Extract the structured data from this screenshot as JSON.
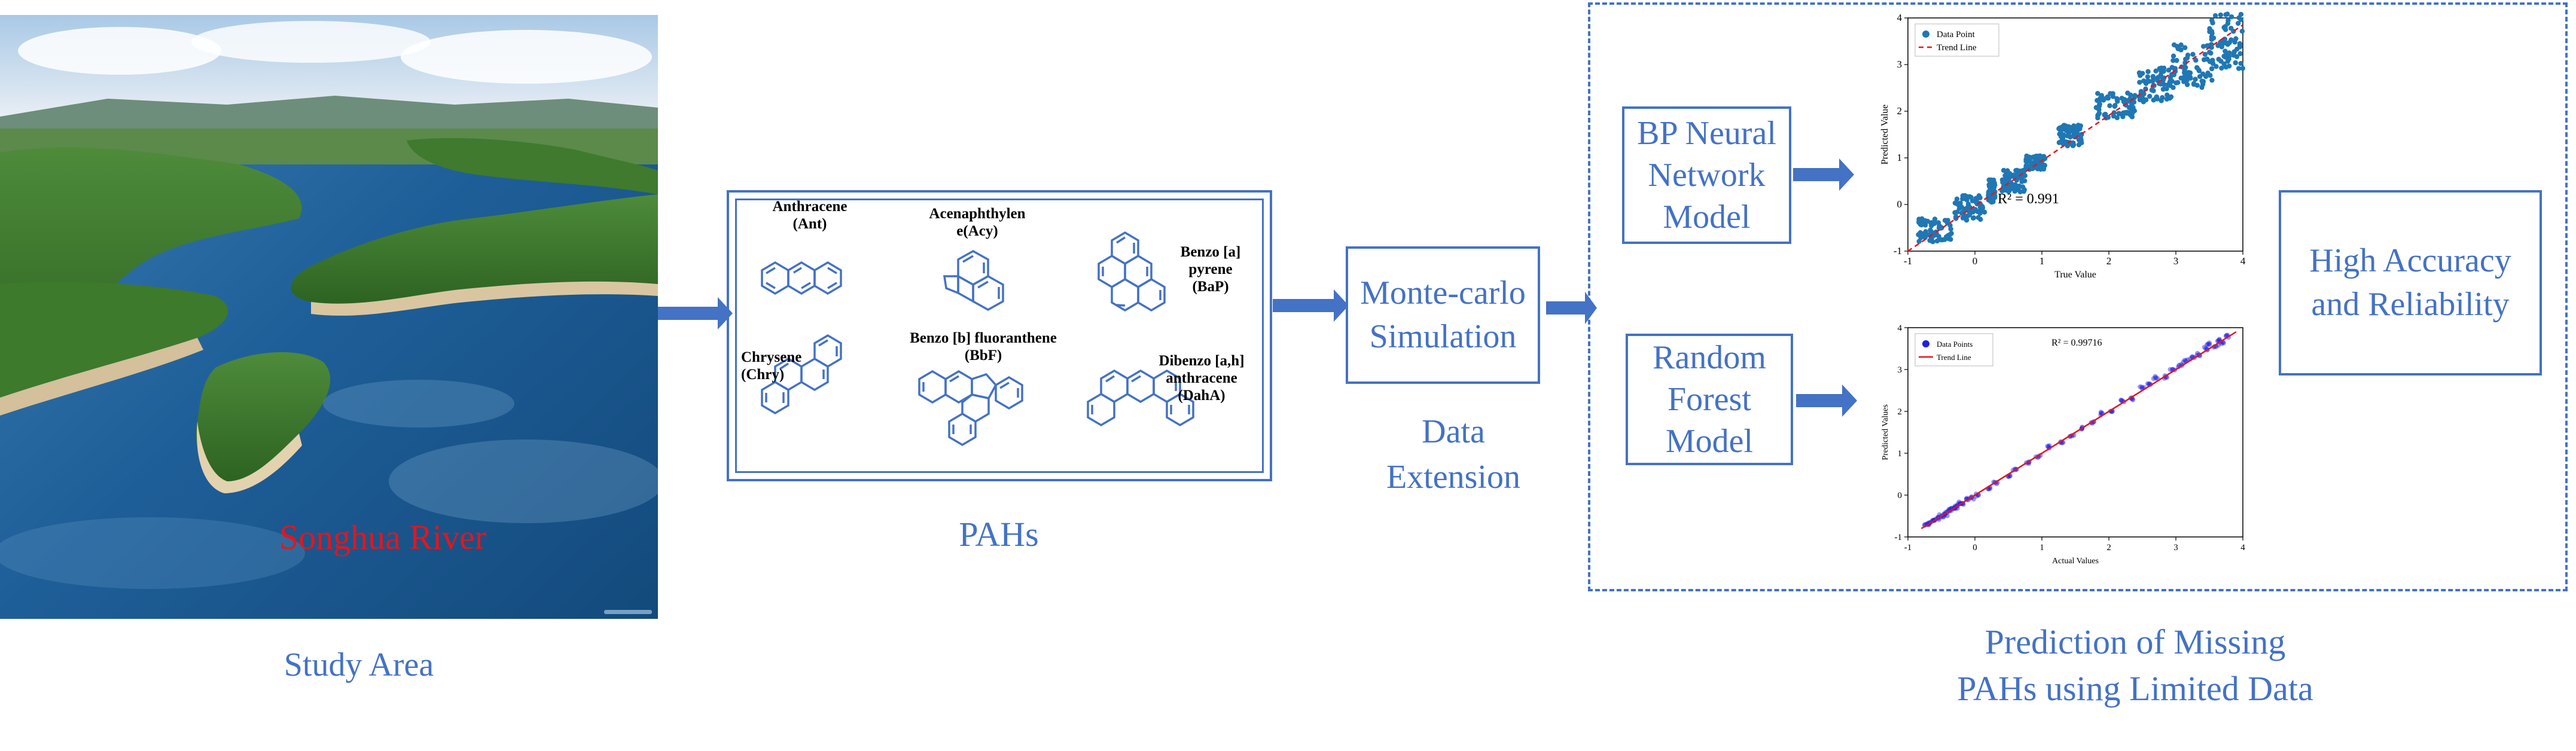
{
  "study_area": {
    "photo_label": "Songhua River",
    "caption": "Study Area"
  },
  "pahs": {
    "caption": "PAHs",
    "compounds": [
      {
        "label": "Anthracene\n(Ant)"
      },
      {
        "label": "Acenaphthylen\ne(Acy)"
      },
      {
        "label": "Benzo [a]\npyrene\n(BaP)"
      },
      {
        "label": "Chrysene\n(Chry)"
      },
      {
        "label": "Benzo [b] fluoranthene\n(BbF)"
      },
      {
        "label": "Dibenzo [a,h]\nanthracene\n(DahA)"
      }
    ]
  },
  "simulation": {
    "box_label": "Monte-carlo\nSimulation",
    "caption": "Data\nExtension"
  },
  "models": {
    "bp": "BP Neural\nNetwork\nModel",
    "rf": "Random\nForest\nModel"
  },
  "result": {
    "label": "High Accuracy\nand Reliability",
    "caption": "Prediction of Missing\nPAHs using Limited Data"
  },
  "colors": {
    "accent": "#4472c4",
    "photo_label": "#e8141a",
    "bp_points": "#1f77b4",
    "rf_points": "#1f1fe6",
    "trend_line": "#e8141a"
  },
  "chart_data": [
    {
      "type": "scatter",
      "xlabel": "True Value",
      "ylabel": "Predicted Value",
      "x_ticks": [
        "-1",
        "0",
        "1",
        "2",
        "3",
        "4"
      ],
      "y_ticks": [
        "-1",
        "0",
        "1",
        "2",
        "3",
        "4"
      ],
      "xlim": [
        -1,
        4
      ],
      "ylim": [
        -1,
        4
      ],
      "legend": [
        "Data Point",
        "Trend Line"
      ],
      "legend_position": "top-left",
      "annotation": "R² = 0.991",
      "trend_line": [
        [
          -1,
          -1
        ],
        [
          4,
          3.85
        ]
      ],
      "series": [
        {
          "name": "Data Point",
          "clusters": [
            {
              "x": [
                -0.85,
                -0.35
              ],
              "y": [
                -0.8,
                -0.3
              ]
            },
            {
              "x": [
                -0.3,
                0.15
              ],
              "y": [
                -0.35,
                0.2
              ]
            },
            {
              "x": [
                0.2,
                0.3
              ],
              "y": [
                0.05,
                0.55
              ]
            },
            {
              "x": [
                0.4,
                0.75
              ],
              "y": [
                0.25,
                0.75
              ]
            },
            {
              "x": [
                0.75,
                1.05
              ],
              "y": [
                0.75,
                1.05
              ]
            },
            {
              "x": [
                1.25,
                1.6
              ],
              "y": [
                1.25,
                1.7
              ]
            },
            {
              "x": [
                1.8,
                2.4
              ],
              "y": [
                1.85,
                2.4
              ]
            },
            {
              "x": [
                2.45,
                2.95
              ],
              "y": [
                2.2,
                2.95
              ]
            },
            {
              "x": [
                2.95,
                3.55
              ],
              "y": [
                2.5,
                3.45
              ]
            },
            {
              "x": [
                3.5,
                4.0
              ],
              "y": [
                2.9,
                4.1
              ]
            }
          ]
        }
      ]
    },
    {
      "type": "scatter",
      "xlabel": "Actual Values",
      "ylabel": "Predicted Values",
      "x_ticks": [
        "-1",
        "0",
        "1",
        "2",
        "3",
        "4"
      ],
      "y_ticks": [
        "-1",
        "0",
        "1",
        "2",
        "3",
        "4"
      ],
      "xlim": [
        -1,
        4
      ],
      "ylim": [
        -1,
        4
      ],
      "legend": [
        "Data Points",
        "Trend Line"
      ],
      "legend_position": "top-left",
      "annotation": "R² = 0.99716",
      "trend_line": [
        [
          -0.8,
          -0.8
        ],
        [
          3.9,
          3.9
        ]
      ],
      "series": [
        {
          "name": "Data Points",
          "points": [
            [
              -0.75,
              -0.72
            ],
            [
              -0.7,
              -0.68
            ],
            [
              -0.65,
              -0.64
            ],
            [
              -0.6,
              -0.6
            ],
            [
              -0.55,
              -0.55
            ],
            [
              -0.5,
              -0.5
            ],
            [
              -0.45,
              -0.47
            ],
            [
              -0.42,
              -0.42
            ],
            [
              -0.38,
              -0.36
            ],
            [
              -0.35,
              -0.33
            ],
            [
              -0.3,
              -0.31
            ],
            [
              -0.27,
              -0.26
            ],
            [
              -0.22,
              -0.2
            ],
            [
              -0.18,
              -0.2
            ],
            [
              -0.12,
              -0.1
            ],
            [
              -0.05,
              -0.06
            ],
            [
              0.05,
              0.0
            ],
            [
              0.2,
              0.15
            ],
            [
              0.3,
              0.3
            ],
            [
              0.5,
              0.45
            ],
            [
              0.6,
              0.62
            ],
            [
              0.8,
              0.78
            ],
            [
              0.95,
              0.92
            ],
            [
              1.1,
              1.15
            ],
            [
              1.3,
              1.25
            ],
            [
              1.45,
              1.42
            ],
            [
              1.6,
              1.6
            ],
            [
              1.75,
              1.72
            ],
            [
              1.9,
              1.95
            ],
            [
              2.05,
              2.0
            ],
            [
              2.2,
              2.25
            ],
            [
              2.35,
              2.3
            ],
            [
              2.5,
              2.55
            ],
            [
              2.6,
              2.65
            ],
            [
              2.7,
              2.8
            ],
            [
              2.85,
              2.82
            ],
            [
              2.95,
              3.0
            ],
            [
              3.05,
              3.1
            ],
            [
              3.15,
              3.2
            ],
            [
              3.25,
              3.3
            ],
            [
              3.35,
              3.35
            ],
            [
              3.45,
              3.5
            ],
            [
              3.5,
              3.6
            ],
            [
              3.6,
              3.55
            ],
            [
              3.65,
              3.7
            ],
            [
              3.7,
              3.65
            ],
            [
              3.75,
              3.8
            ]
          ]
        }
      ]
    }
  ]
}
